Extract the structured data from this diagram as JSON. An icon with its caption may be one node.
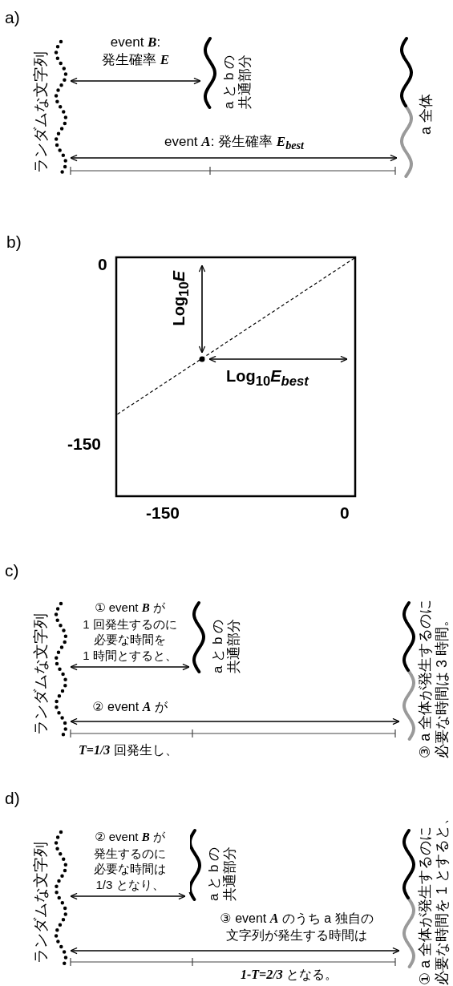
{
  "diagram": {
    "nodes": [
      {
        "text": [
          "ランダムな文字列"
        ]
      },
      {
        "text": [
          "a と b の共通部分"
        ]
      },
      {
        "text": [
          "a 全体"
        ]
      },
      {
        "text": [
          "ランダムな文字列"
        ]
      },
      {
        "text": [
          "a と b の共通部分"
        ]
      },
      {
        "text": [
          "③ a 全体が発生するのに必要な時間は 3 時間。"
        ]
      },
      {
        "text": [
          "ランダムな文字列"
        ]
      },
      {
        "text": [
          "a と b の共通部分"
        ]
      },
      {
        "text": [
          "① a 全体が発生するのに必要な時間を 1 とすると、"
        ]
      }
    ],
    "edges": [
      {
        "from": 0,
        "to": 1,
        "arrow": "both",
        "label": "event **B**: 発生確率 **E**"
      },
      {
        "from": 0,
        "to": 2,
        "arrow": "both",
        "label": "event **A**: 発生確率 **E**$_{best}$"
      },
      {
        "from": 3,
        "to": 4,
        "arrow": "both",
        "label": "① event **B** が 1 回発生するのに必要な時間を 1 時間とすると、"
      },
      {
        "from": 3,
        "to": 5,
        "arrow": "both",
        "label": "② event **A** が"
      },
      {
        "from": 6,
        "to": 7,
        "arrow": "both",
        "label": "② event **B** が発生するのに必要な時間は 1/3 となり、"
      },
      {
        "from": 6,
        "to": 8,
        "arrow": "both",
        "label": "③ event **A** のうち a 独自の文字列が発生する時間は"
      }
    ],
    "labels": [
      "a)",
      "b)",
      "0",
      "Log$_{10}$*E*",
      "Log$_{10}$*E*$_{best}$",
      "-150",
      "-150",
      "0",
      "c)",
      "**T=1/3** 回発生し、",
      "d)",
      "**1-T=2/3** となる。"
    ]
  }
}
